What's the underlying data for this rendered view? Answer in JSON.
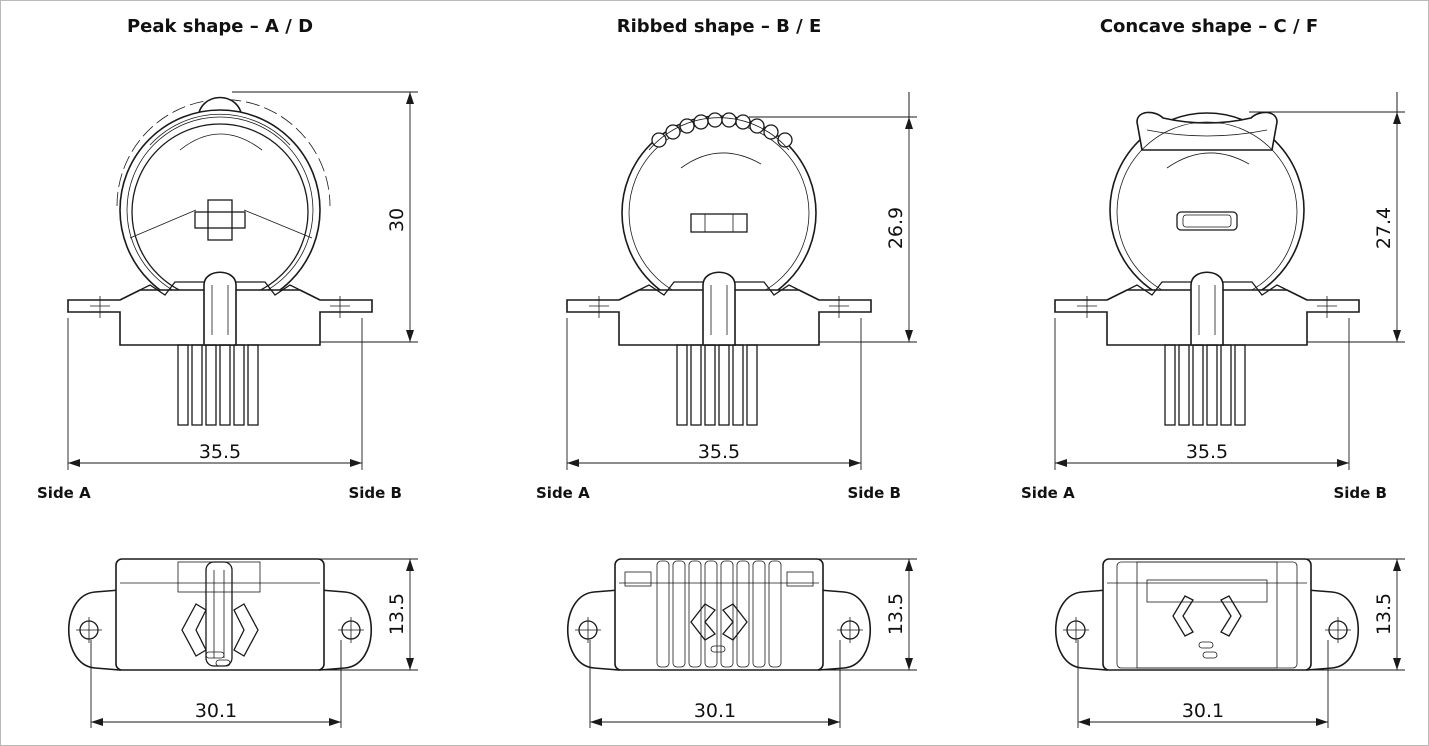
{
  "panels": [
    {
      "title": "Peak shape – A / D",
      "height_dim": "30",
      "width_dim": "35.5",
      "side_a": "Side A",
      "side_b": "Side B",
      "depth_dim": "13.5",
      "bottom_width_dim": "30.1"
    },
    {
      "title": "Ribbed shape – B / E",
      "height_dim": "26.9",
      "width_dim": "35.5",
      "side_a": "Side A",
      "side_b": "Side B",
      "depth_dim": "13.5",
      "bottom_width_dim": "30.1"
    },
    {
      "title": "Concave shape – C / F",
      "height_dim": "27.4",
      "width_dim": "35.5",
      "side_a": "Side A",
      "side_b": "Side B",
      "depth_dim": "13.5",
      "bottom_width_dim": "30.1"
    }
  ]
}
